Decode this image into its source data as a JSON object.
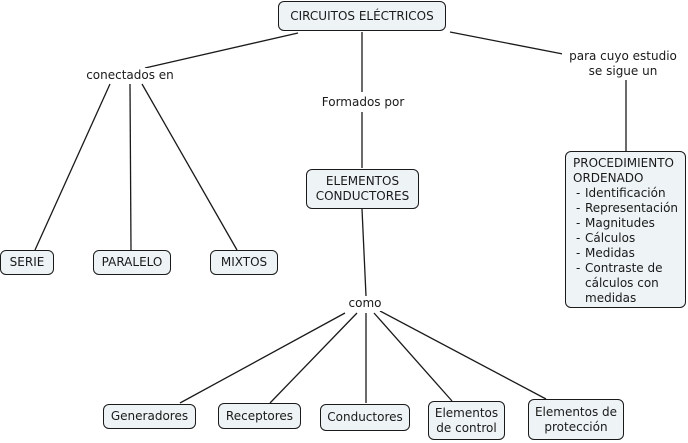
{
  "diagram": {
    "root": "CIRCUITOS ELÉCTRICOS",
    "links": {
      "connected": "conectados en",
      "formed": "Formados por",
      "study_line1": "para cuyo estudio",
      "study_line2": "se sigue un",
      "as": "como"
    },
    "circuit_types": [
      "SERIE",
      "PARALELO",
      "MIXTOS"
    ],
    "elements": {
      "line1": "ELEMENTOS",
      "line2": "CONDUCTORES"
    },
    "procedure": {
      "title_line1": "PROCEDIMIENTO",
      "title_line2": "ORDENADO",
      "steps": [
        "Identificación",
        "Representación",
        "Magnitudes",
        "Cálculos",
        "Medidas",
        "Contraste de cálculos con medidas"
      ]
    },
    "components": {
      "generators": "Generadores",
      "receivers": "Receptores",
      "conductors": "Conductores",
      "control_l1": "Elementos",
      "control_l2": "de control",
      "protection_l1": "Elementos de",
      "protection_l2": "protección"
    }
  }
}
